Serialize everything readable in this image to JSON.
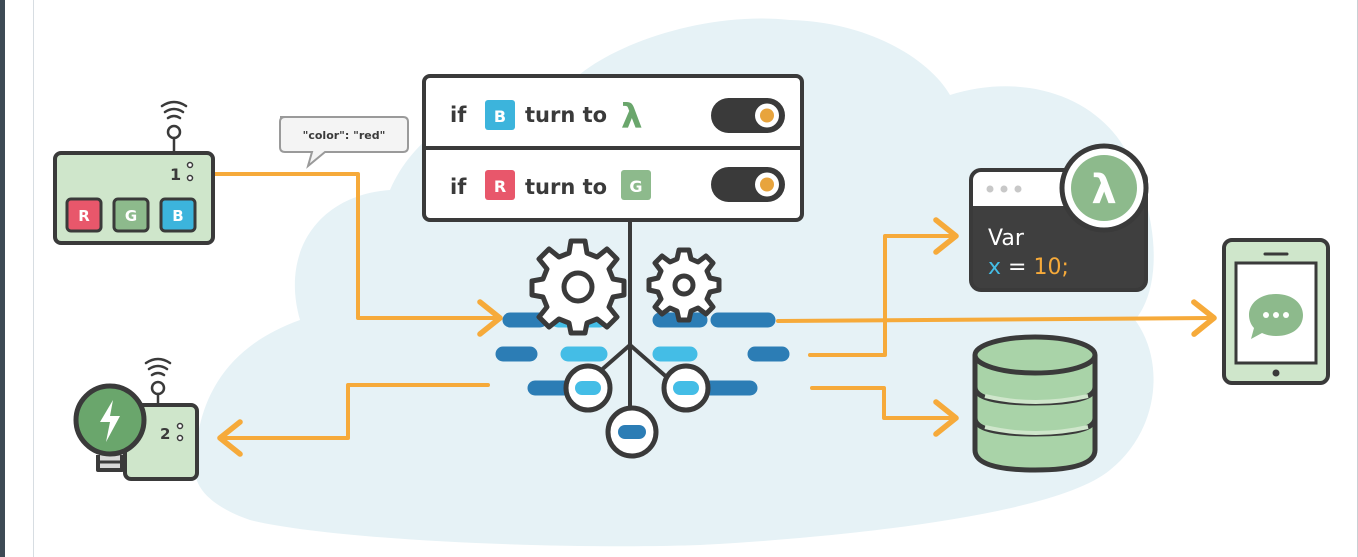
{
  "callout": {
    "text": "\"color\": \"red\""
  },
  "device1": {
    "number": "1",
    "buttons": [
      {
        "letter": "R",
        "color": "#e8576b"
      },
      {
        "letter": "G",
        "color": "#8dba8c"
      },
      {
        "letter": "B",
        "color": "#3cb4dc"
      }
    ]
  },
  "device2": {
    "number": "2"
  },
  "rules": [
    {
      "if_label": "if",
      "input": "B",
      "input_color": "#3cb4dc",
      "action": "turn to",
      "output": "λ",
      "output_color": "#6aa66c"
    },
    {
      "if_label": "if",
      "input": "R",
      "input_color": "#e8576b",
      "action": "turn to",
      "output": "G",
      "output_color": "#8dba8c"
    }
  ],
  "lambda_panel": {
    "symbol": "λ",
    "line1": "Var",
    "var_name": "x",
    "equals": " = ",
    "value": "10;"
  },
  "colors": {
    "arrow": "#f6aa3a",
    "outline": "#3a3a3a",
    "device_fill": "#cfe6cb",
    "cloud": "#e6f2f6",
    "dark_panel": "#3f3f3f",
    "db_fill": "#a9d3a8",
    "flow_dark": "#2c7db5",
    "flow_light": "#44bde6",
    "toggle_knob": "#e8a43d"
  },
  "icons": [
    "wifi-icon",
    "gear-icon",
    "lightning-bolt-icon",
    "chat-bubble-icon",
    "database-icon",
    "tablet-icon",
    "lambda-icon"
  ]
}
